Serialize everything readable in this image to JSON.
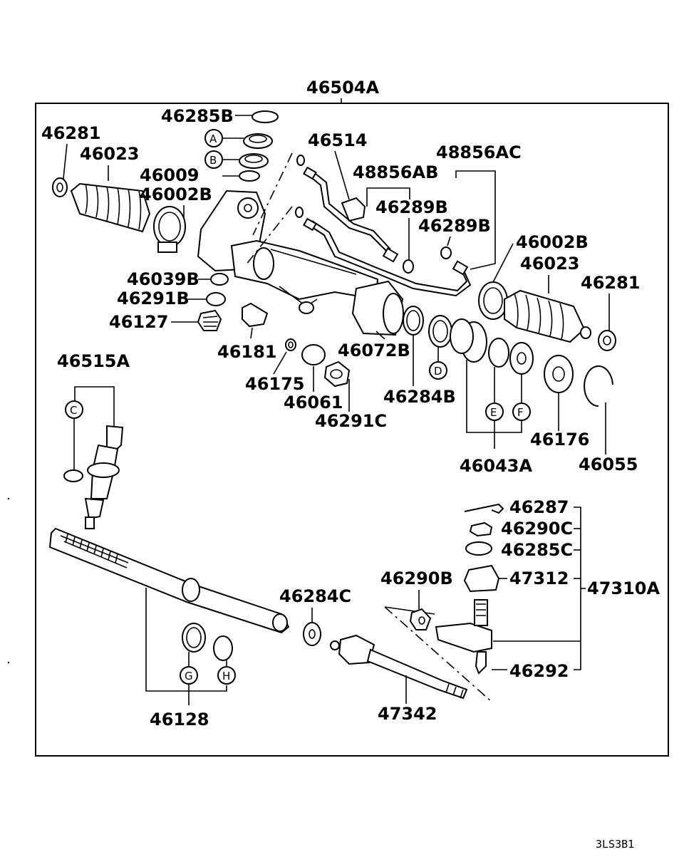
{
  "assembly_label": "46504A",
  "labels": {
    "p46285B": "46285B",
    "p46281_l": "46281",
    "p46023_l": "46023",
    "p46009": "46009",
    "p46002B_l": "46002B",
    "p46514": "46514",
    "p48856AB": "48856AB",
    "p48856AC": "48856AC",
    "p46289B_1": "46289B",
    "p46289B_2": "46289B",
    "p46002B_r": "46002B",
    "p46023_r": "46023",
    "p46281_r": "46281",
    "p46039B": "46039B",
    "p46291B": "46291B",
    "p46127": "46127",
    "p46181": "46181",
    "p46072B": "46072B",
    "p46175": "46175",
    "p46061": "46061",
    "p46291C": "46291C",
    "p46284B": "46284B",
    "p46515A": "46515A",
    "p46176": "46176",
    "p46055": "46055",
    "p46043A": "46043A",
    "p46287": "46287",
    "p46290C": "46290C",
    "p46285C": "46285C",
    "p47312": "47312",
    "p47310A": "47310A",
    "p46290B": "46290B",
    "p46284C": "46284C",
    "p46292": "46292",
    "p47342": "47342",
    "p46128": "46128"
  },
  "callouts": {
    "A": "A",
    "B": "B",
    "C": "C",
    "D": "D",
    "E": "E",
    "F": "F",
    "G": "G",
    "H": "H"
  },
  "diagram_code": "3LS3B1"
}
